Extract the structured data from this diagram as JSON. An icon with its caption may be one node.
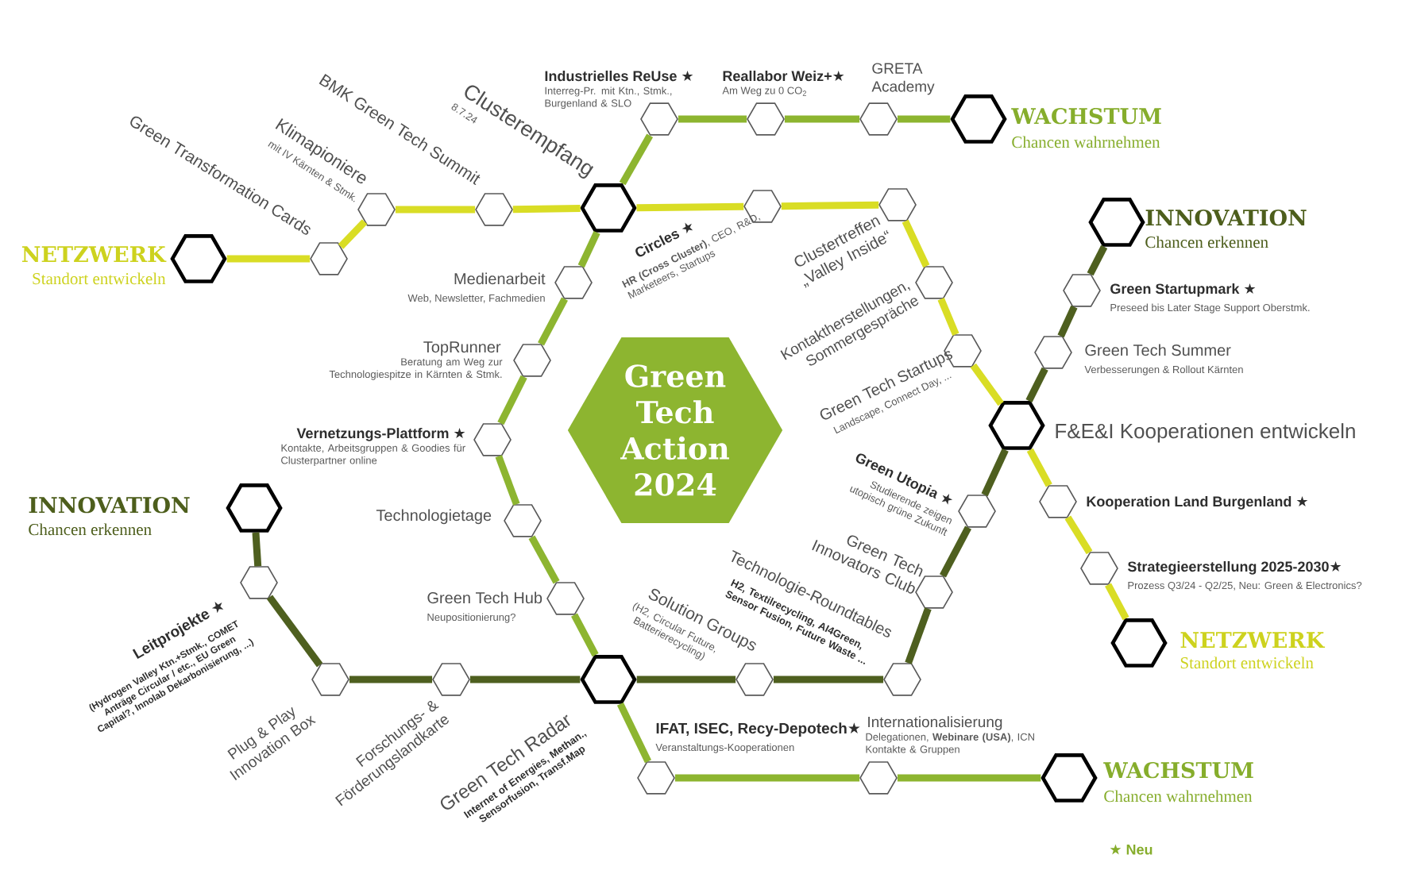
{
  "diagram": {
    "nodes": [
      {
        "text": [],
        "shape": "hexagon",
        "beside": [
          "NETZWERK",
          "Standort entwickeln"
        ]
      },
      {
        "text": [],
        "shape": "hexagon",
        "beside": [
          "Green Transformation Cards"
        ]
      },
      {
        "text": [],
        "shape": "hexagon",
        "beside": [
          "Klimapioniere",
          "mit IV Kärnten & Stmk."
        ]
      },
      {
        "text": [],
        "shape": "hexagon",
        "beside": [
          "BMK Green Tech Summit"
        ]
      },
      {
        "text": [],
        "shape": "hexagon",
        "beside": [
          "Clusterempfang",
          "8.7.24"
        ]
      },
      {
        "text": [],
        "shape": "hexagon",
        "beside": [
          "Industrielles ReUse ★",
          "Interreg-Pr. mit Ktn., Stmk., Burgenland & SLO"
        ]
      },
      {
        "text": [],
        "shape": "hexagon",
        "beside": [
          "Reallabor Weiz+★",
          "Am Weg zu 0 CO$_{2}$"
        ]
      },
      {
        "text": [],
        "shape": "hexagon",
        "beside": [
          "GRETA Academy"
        ]
      },
      {
        "text": [],
        "shape": "hexagon",
        "beside": [
          "WACHSTUM",
          "Chancen wahrnehmen"
        ]
      },
      {
        "text": [],
        "shape": "hexagon",
        "beside": [
          "Circles ★",
          "**HR (Cross Cluster)**, CEO, R&D, Marketeers, Startups"
        ]
      },
      {
        "text": [],
        "shape": "hexagon",
        "beside": [
          "Clustertreffen „Valley Inside“"
        ]
      },
      {
        "text": [],
        "shape": "hexagon",
        "beside": [
          "Kontaktherstellungen, Sommergespräche"
        ]
      },
      {
        "text": [],
        "shape": "hexagon",
        "beside": [
          "Green Tech Startups",
          "Landscape, Connect Day, ..."
        ]
      },
      {
        "text": [],
        "shape": "hexagon",
        "beside": [
          "INNOVATION",
          "Chancen erkennen"
        ]
      },
      {
        "text": [],
        "shape": "hexagon",
        "beside": [
          "Green Startupmark ★",
          "Preseed bis Later Stage Support Oberstmk."
        ]
      },
      {
        "text": [],
        "shape": "hexagon",
        "beside": [
          "Green Tech Summer",
          "Verbesserungen & Rollout Kärnten"
        ]
      },
      {
        "text": [
          "Green Tech Action 2024"
        ]
      },
      {
        "text": [],
        "shape": "hexagon",
        "beside": [
          "Medienarbeit",
          "Web, Newsletter, Fachmedien"
        ]
      },
      {
        "text": [],
        "shape": "hexagon",
        "beside": [
          "TopRunner",
          "Beratung am Weg zur Technologiespitze in Kärnten & Stmk."
        ]
      },
      {
        "text": [],
        "shape": "hexagon",
        "beside": [
          "F&E&I Kooperationen entwickeln"
        ]
      },
      {
        "text": [],
        "shape": "hexagon",
        "beside": [
          "Vernetzungs-Plattform ★",
          "Kontakte, Arbeitsgruppen & Goodies für Clusterpartner online"
        ]
      },
      {
        "text": [],
        "shape": "hexagon",
        "beside": [
          "Green Utopia ★",
          "Studierende zeigen utopisch grüne Zukunft"
        ]
      },
      {
        "text": [],
        "shape": "hexagon",
        "beside": [
          "Kooperation Land Burgenland ★"
        ]
      },
      {
        "text": [],
        "shape": "hexagon",
        "beside": [
          "INNOVATION",
          "Chancen erkennen"
        ]
      },
      {
        "text": [],
        "shape": "hexagon",
        "beside": [
          "Technologietage"
        ]
      },
      {
        "text": [],
        "shape": "hexagon",
        "beside": [
          "Strategieerstellung 2025-2030★",
          "Prozess Q3/24 - Q2/25, Neu: Green & Electronics?"
        ]
      },
      {
        "text": [],
        "shape": "hexagon",
        "beside": [
          "Green Tech Innovators Club"
        ]
      },
      {
        "text": [],
        "shape": "hexagon",
        "beside": [
          "Leitprojekte ★",
          "(Hydrogen Valley Ktn.+Stmk., COMET Anträge Circular / etc., EU Green Capital?, Innolab Dekarbonisierung, ...)"
        ]
      },
      {
        "text": [],
        "shape": "hexagon",
        "beside": [
          "Green Tech Hub",
          "Neupositionierung?"
        ]
      },
      {
        "text": [],
        "shape": "hexagon",
        "beside": [
          "NETZWERK",
          "Standort entwickeln"
        ]
      },
      {
        "text": [],
        "shape": "hexagon",
        "beside": [
          "Solution Groups",
          "(H2, Circular Future, Batterierecycling)"
        ]
      },
      {
        "text": [],
        "shape": "hexagon",
        "beside": [
          "Technologie-Roundtables",
          "H2, Textilrecycling, AI4Green, Sensor Fusion, Future Waste ..."
        ]
      },
      {
        "text": [],
        "shape": "hexagon",
        "beside": [
          "Plug & Play Innovation Box"
        ]
      },
      {
        "text": [],
        "shape": "hexagon",
        "beside": [
          "Forschungs- & Förderungslandkarte"
        ]
      },
      {
        "text": [],
        "shape": "hexagon",
        "beside": [
          "Green Tech Radar",
          "Internet of Energies, Methan., Sensorfusion, Transf.Map"
        ]
      },
      {
        "text": [],
        "shape": "hexagon",
        "beside": [
          "IFAT, ISEC, Recy-Depotech★",
          "Veranstaltungs-Kooperationen"
        ]
      },
      {
        "text": [],
        "shape": "hexagon",
        "beside": [
          "Internationalisierung",
          "Delegationen, **Webinare (USA)**, ICN Kontakte & Gruppen"
        ]
      },
      {
        "text": [],
        "shape": "hexagon",
        "beside": [
          "WACHSTUM",
          "Chancen wahrnehmen"
        ]
      }
    ],
    "edges": [
      {
        "from": 0,
        "to": 1,
        "arrow": "none",
        "color": "#d9dd25"
      },
      {
        "from": 1,
        "to": 2,
        "arrow": "none",
        "color": "#d9dd25"
      },
      {
        "from": 2,
        "to": 3,
        "arrow": "none",
        "color": "#d9dd25"
      },
      {
        "from": 3,
        "to": 4,
        "arrow": "none",
        "color": "#d9dd25"
      },
      {
        "from": 4,
        "to": 9,
        "arrow": "none",
        "color": "#d9dd25"
      },
      {
        "from": 9,
        "to": 10,
        "arrow": "none",
        "color": "#d9dd25"
      },
      {
        "from": 10,
        "to": 11,
        "arrow": "none",
        "color": "#d9dd25"
      },
      {
        "from": 11,
        "to": 12,
        "arrow": "none",
        "color": "#d9dd25"
      },
      {
        "from": 12,
        "to": 19,
        "arrow": "none",
        "color": "#d9dd25"
      },
      {
        "from": 19,
        "to": 22,
        "arrow": "none",
        "color": "#d9dd25"
      },
      {
        "from": 22,
        "to": 25,
        "arrow": "none",
        "color": "#d9dd25"
      },
      {
        "from": 25,
        "to": 29,
        "arrow": "none",
        "color": "#d9dd25"
      },
      {
        "from": 8,
        "to": 7,
        "arrow": "none",
        "color": "#8db530"
      },
      {
        "from": 7,
        "to": 6,
        "arrow": "none",
        "color": "#8db530"
      },
      {
        "from": 6,
        "to": 5,
        "arrow": "none",
        "color": "#8db530"
      },
      {
        "from": 5,
        "to": 4,
        "arrow": "none",
        "color": "#8db530"
      },
      {
        "from": 4,
        "to": 17,
        "arrow": "none",
        "color": "#8db530"
      },
      {
        "from": 17,
        "to": 18,
        "arrow": "none",
        "color": "#8db530"
      },
      {
        "from": 18,
        "to": 20,
        "arrow": "none",
        "color": "#8db530"
      },
      {
        "from": 20,
        "to": 24,
        "arrow": "none",
        "color": "#8db530"
      },
      {
        "from": 24,
        "to": 28,
        "arrow": "none",
        "color": "#8db530"
      },
      {
        "from": 28,
        "to": 34,
        "arrow": "none",
        "color": "#8db530"
      },
      {
        "from": 34,
        "to": 35,
        "arrow": "none",
        "color": "#8db530"
      },
      {
        "from": 35,
        "to": 36,
        "arrow": "none",
        "color": "#8db530"
      },
      {
        "from": 36,
        "to": 37,
        "arrow": "none",
        "color": "#8db530"
      },
      {
        "from": 23,
        "to": 27,
        "arrow": "none",
        "color": "#4e5f1f"
      },
      {
        "from": 27,
        "to": 32,
        "arrow": "none",
        "color": "#4e5f1f"
      },
      {
        "from": 32,
        "to": 33,
        "arrow": "none",
        "color": "#4e5f1f"
      },
      {
        "from": 33,
        "to": 34,
        "arrow": "none",
        "color": "#4e5f1f"
      },
      {
        "from": 34,
        "to": 30,
        "arrow": "none",
        "color": "#4e5f1f"
      },
      {
        "from": 30,
        "to": 31,
        "arrow": "none",
        "color": "#4e5f1f"
      },
      {
        "from": 31,
        "to": 26,
        "arrow": "none",
        "color": "#4e5f1f"
      },
      {
        "from": 26,
        "to": 21,
        "arrow": "none",
        "color": "#4e5f1f"
      },
      {
        "from": 21,
        "to": 19,
        "arrow": "none",
        "color": "#4e5f1f"
      },
      {
        "from": 19,
        "to": 15,
        "arrow": "none",
        "color": "#4e5f1f"
      },
      {
        "from": 15,
        "to": 14,
        "arrow": "none",
        "color": "#4e5f1f"
      },
      {
        "from": 14,
        "to": 13,
        "arrow": "none",
        "color": "#4e5f1f"
      }
    ],
    "legend": [
      {
        "text": "★ Neu"
      }
    ]
  }
}
